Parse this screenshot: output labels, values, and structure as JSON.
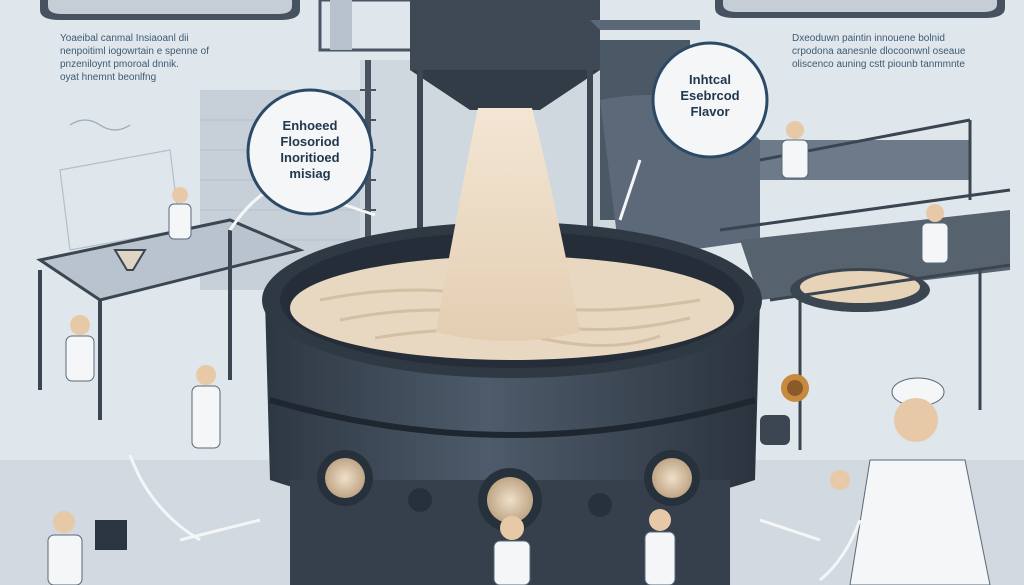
{
  "captions": {
    "left": [
      "Yoaeibal canmal Insiaoanl dii",
      "nenpoitiml iogowrtain e spenne of",
      "pnzeniloynt pmoroal dnnik.",
      "oyat hnemnt beonlfng"
    ],
    "right": [
      "Dxeoduwn paintin innouene bolnid",
      "crpodona aanesnle dlocoonwnl oseaue",
      "oliscenco auning cstt piounb tanmmnte"
    ]
  },
  "bubbles": {
    "left": [
      "Enhoeed",
      "Flosoriod",
      "Inoritioed",
      "misiag"
    ],
    "right": [
      "Inhtcal",
      "Esebrcod",
      "Flavor"
    ]
  },
  "colors": {
    "background": "#dde4ea",
    "vessel": "#3f4c5a",
    "vessel_dark": "#27313c",
    "mixture": "#e8d7c1",
    "powder": "#ecdcc6",
    "steel": "#5a6877",
    "bubble_stroke": "#2c4a66"
  }
}
